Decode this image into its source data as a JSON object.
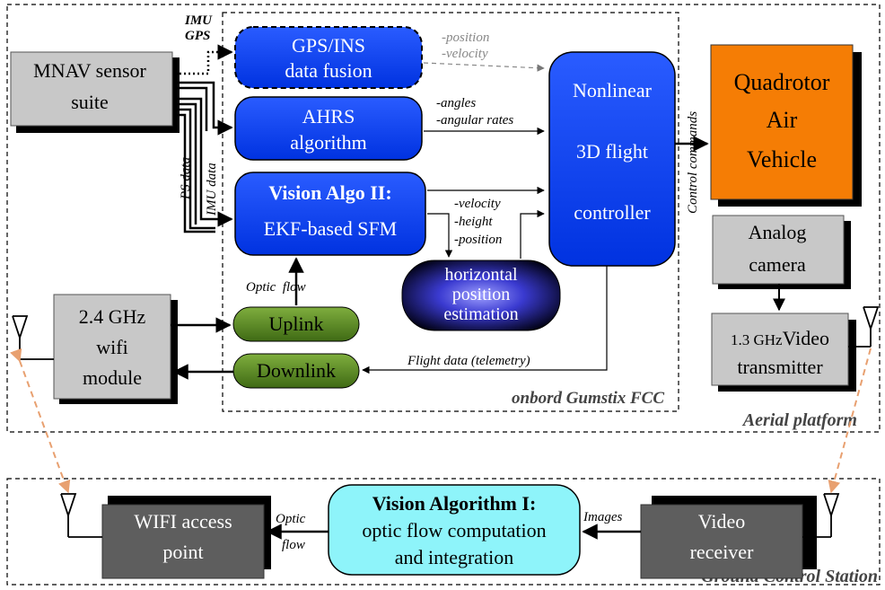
{
  "regions": {
    "aerial": "Aerial platform",
    "fcc": "onbord Gumstix FCC",
    "ground": "Ground Control Station"
  },
  "blocks": {
    "mnav": [
      "MNAV sensor",
      "suite"
    ],
    "gps_ins": [
      "GPS/INS",
      "data fusion"
    ],
    "ahrs": [
      "AHRS",
      "algorithm"
    ],
    "vision2": [
      "Vision Algo II:",
      "EKF-based SFM"
    ],
    "controller": [
      "Nonlinear",
      "3D flight",
      "controller"
    ],
    "quadrotor": [
      "Quadrotor",
      "Air",
      "Vehicle"
    ],
    "camera": [
      "Analog",
      "camera"
    ],
    "transmitter_freq": "1.3 GHz",
    "transmitter": [
      "Video",
      "transmitter"
    ],
    "horizontal": [
      "horizontal",
      "position",
      "estimation"
    ],
    "uplink": "Uplink",
    "downlink": "Downlink",
    "wifi_module": [
      "2.4 GHz",
      "wifi",
      "module"
    ],
    "wifi_ap": [
      "WIFI access",
      "point"
    ],
    "vision1": [
      "Vision Algorithm I:",
      "optic flow computation",
      "and integration"
    ],
    "video_receiver": [
      "Video",
      "receiver"
    ]
  },
  "labels": {
    "imu": "IMU",
    "gps": "GPS",
    "position_velocity": [
      "-position",
      "-velocity"
    ],
    "angles": [
      "-angles",
      "-angular rates"
    ],
    "vhp": [
      "-velocity",
      "-height",
      "-position"
    ],
    "ps_data": "PS data",
    "imu_data": "IMU data",
    "optic_flow_up": "Optic  flow",
    "control_commands": "Control commands",
    "flight_data": "Flight data (telemetry)",
    "optic_flow_ground": [
      "Optic",
      "flow"
    ],
    "images": "Images"
  },
  "colors": {
    "blue": "#0a3cf5",
    "orange": "#f57d05",
    "gray": "#c8c8c8",
    "dark_gray": "#5e5e5e",
    "green": "#4e7a22",
    "cyan": "#8ef4fa"
  }
}
